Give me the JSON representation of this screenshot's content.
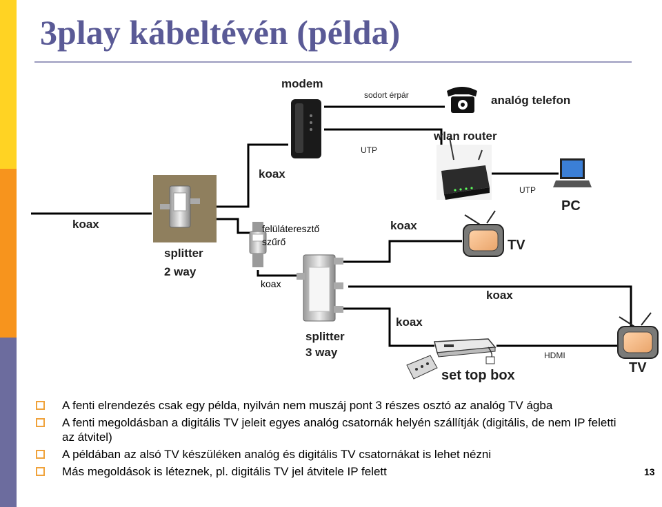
{
  "slide": {
    "title": "3play kábeltévén (példa)",
    "page_number": "13"
  },
  "diagram": {
    "labels": {
      "modem": "modem",
      "twisted_pair": "sodort érpár",
      "analog_phone": "analóg telefon",
      "wlan_router": "wlan router",
      "utp_modem_router": "UTP",
      "utp_router_pc": "UTP",
      "pc": "PC",
      "koax_modem": "koax",
      "koax_input": "koax",
      "splitter2": "splitter\n2 way",
      "highpass_filter": "felüláteresztő\nszűrő",
      "koax_filter": "koax",
      "koax_tv1": "koax",
      "tv1": "TV",
      "koax_tv2": "koax",
      "koax_stb": "koax",
      "splitter3": "splitter\n3 way",
      "hdmi": "HDMI",
      "set_top_box": "set top box",
      "tv2": "TV"
    }
  },
  "bullets": [
    "A fenti elrendezés csak egy példa, nyilván nem muszáj pont 3 részes osztó az analóg TV ágba",
    "A fenti megoldásban a digitális TV jeleit egyes analóg csatornák helyén szállítják (digitális, de nem IP feletti az átvitel)",
    "A példában az alsó TV készüléken analóg és digitális TV csatornákat is lehet nézni",
    "Más megoldások is léteznek, pl. digitális TV jel átvitele IP felett"
  ],
  "colors": {
    "title": "#5A5A96",
    "sidebar_top": "#FFD323",
    "sidebar_middle": "#F7941D",
    "sidebar_bottom": "#6C6C9E",
    "bullet": "#F0A23A"
  }
}
